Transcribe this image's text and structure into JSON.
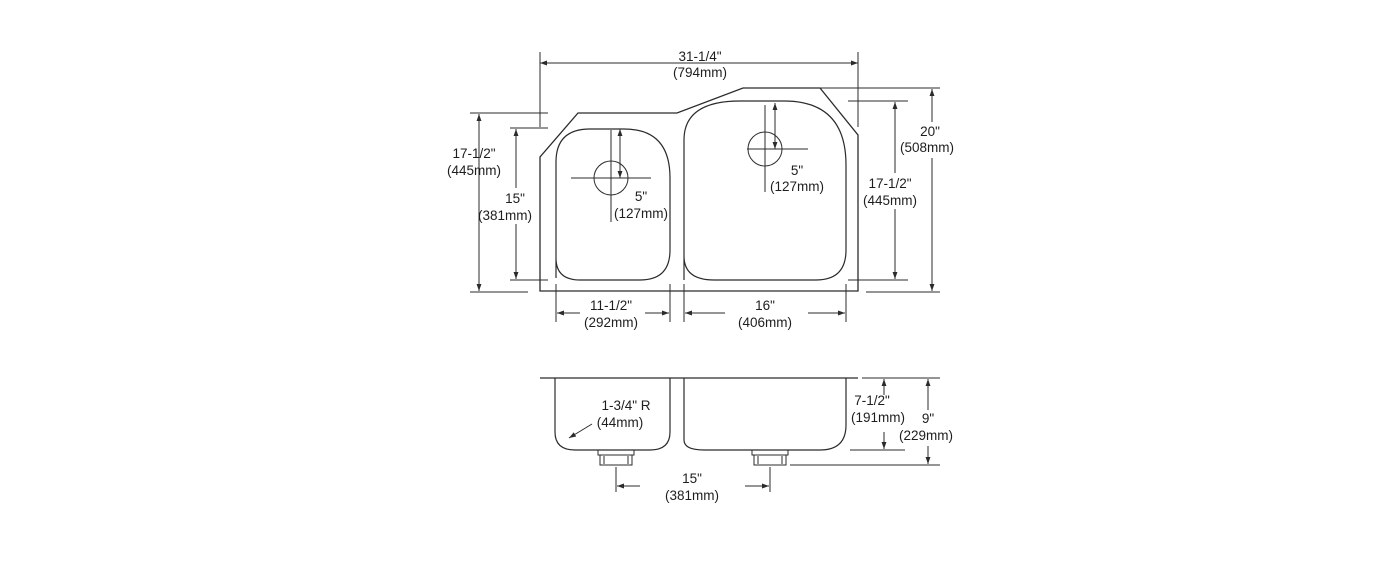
{
  "colors": {
    "line": "#2b2b2b",
    "text": "#1e1e1e",
    "background": "#ffffff"
  },
  "top_view": {
    "overall_width": {
      "imperial": "31-1/4\"",
      "metric": "(794mm)"
    },
    "overall_depth": {
      "imperial": "20\"",
      "metric": "(508mm)"
    },
    "left_outer_depth": {
      "imperial": "17-1/2\"",
      "metric": "(445mm)"
    },
    "left_bowl_depth": {
      "imperial": "15\"",
      "metric": "(381mm)"
    },
    "right_bowl_depth": {
      "imperial": "17-1/2\"",
      "metric": "(445mm)"
    },
    "left_drain_offset": {
      "imperial": "5\"",
      "metric": "(127mm)"
    },
    "right_drain_offset": {
      "imperial": "5\"",
      "metric": "(127mm)"
    },
    "left_bowl_width": {
      "imperial": "11-1/2\"",
      "metric": "(292mm)"
    },
    "right_bowl_width": {
      "imperial": "16\"",
      "metric": "(406mm)"
    }
  },
  "side_view": {
    "corner_radius": {
      "imperial": "1-3/4\" R",
      "metric": "(44mm)"
    },
    "left_bowl_depth": {
      "imperial": "7-1/2\"",
      "metric": "(191mm)"
    },
    "right_bowl_depth": {
      "imperial": "9\"",
      "metric": "(229mm)"
    },
    "drain_spacing": {
      "imperial": "15\"",
      "metric": "(381mm)"
    }
  }
}
